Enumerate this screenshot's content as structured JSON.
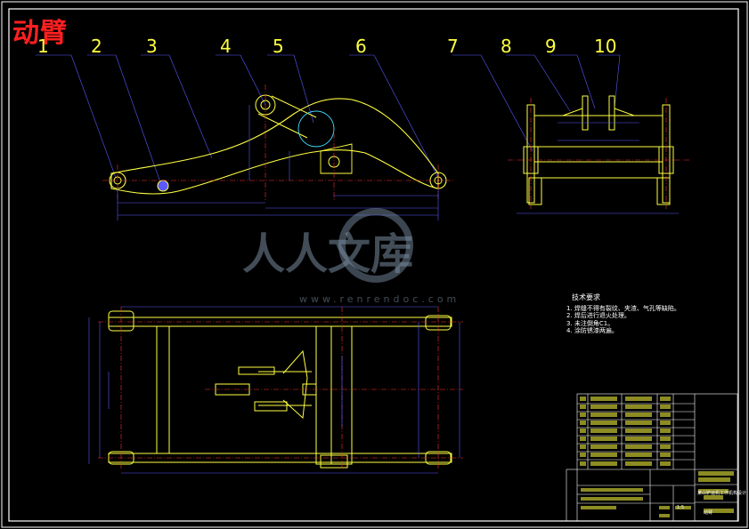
{
  "title": "动臂",
  "callouts": [
    "1",
    "2",
    "3",
    "4",
    "5",
    "6",
    "7",
    "8",
    "9",
    "10"
  ],
  "watermark": {
    "text": "人人文库",
    "url": "www.renrendoc.com"
  },
  "technical_requirements": {
    "heading": "技术要求",
    "items": [
      "1. 焊缝不得有裂纹、夹渣、气孔等缺陷。",
      "2. 焊后进行退火处理。",
      "3. 未注倒角C1。",
      "4. 涂防锈漆两遍。"
    ]
  },
  "title_block": {
    "part_rows": 8,
    "project": "某山铲运机工作机构设计",
    "drawing_name": "动臂",
    "sheet": "1:5"
  },
  "colors": {
    "frame": "#ffffff",
    "line": "#ffff40",
    "dim": "#5a5aff",
    "center": "#ff3030",
    "cyan": "#40e0ff"
  }
}
